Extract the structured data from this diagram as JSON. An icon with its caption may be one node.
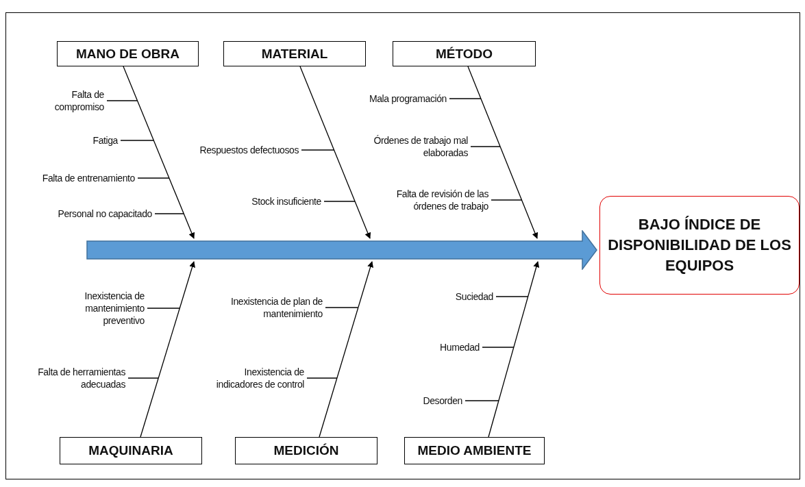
{
  "diagram": {
    "nodes": [
      {
        "text": [
          "MANO DE OBRA"
        ]
      },
      {
        "text": [
          "MATERIAL"
        ]
      },
      {
        "text": [
          "MÉTODO"
        ]
      },
      {
        "text": [
          "Falta de compromiso"
        ]
      },
      {
        "text": [
          "Fatiga"
        ]
      },
      {
        "text": [
          "Falta de entrenamiento"
        ]
      },
      {
        "text": [
          "Personal no capacitado"
        ]
      },
      {
        "text": [
          "Respuestos defectuosos"
        ]
      },
      {
        "text": [
          "Stock insuficiente"
        ]
      },
      {
        "text": [
          "Mala programación"
        ]
      },
      {
        "text": [
          "Órdenes de trabajo mal elaboradas"
        ]
      },
      {
        "text": [
          "Falta de revisión de las órdenes de trabajo"
        ]
      },
      {
        "text": [],
        "shape": "arrow"
      },
      {
        "text": [
          "BAJO ÍNDICE DE DISPONIBILIDAD DE LOS EQUIPOS"
        ]
      },
      {
        "text": [
          "Inexistencia de mantenimiento preventivo"
        ]
      },
      {
        "text": [
          "Falta de herramientas adecuadas"
        ]
      },
      {
        "text": [
          "Inexistencia de plan de mantenimiento"
        ]
      },
      {
        "text": [
          "Inexistencia de indicadores de control"
        ]
      },
      {
        "text": [
          "Suciedad"
        ]
      },
      {
        "text": [
          "Humedad"
        ]
      },
      {
        "text": [
          "Desorden"
        ]
      },
      {
        "text": [
          "MAQUINARIA"
        ]
      },
      {
        "text": [
          "MEDICIÓN"
        ]
      },
      {
        "text": [
          "MEDIO AMBIENTE"
        ]
      }
    ],
    "edges": [
      {
        "from": 0,
        "to": 12,
        "arrow": "to"
      },
      {
        "from": 1,
        "to": 12,
        "arrow": "to"
      },
      {
        "from": 2,
        "to": 12,
        "arrow": "to"
      },
      {
        "from": 21,
        "to": 12,
        "arrow": "to"
      },
      {
        "from": 22,
        "to": 12,
        "arrow": "to"
      },
      {
        "from": 23,
        "to": 12,
        "arrow": "to"
      },
      {
        "from": 3,
        "to": null,
        "arrow": "none"
      },
      {
        "from": 4,
        "to": null,
        "arrow": "none"
      },
      {
        "from": 5,
        "to": null,
        "arrow": "none"
      },
      {
        "from": 6,
        "to": null,
        "arrow": "none"
      },
      {
        "from": 7,
        "to": null,
        "arrow": "none"
      },
      {
        "from": 8,
        "to": null,
        "arrow": "none"
      },
      {
        "from": 9,
        "to": null,
        "arrow": "none"
      },
      {
        "from": 10,
        "to": null,
        "arrow": "none"
      },
      {
        "from": 11,
        "to": null,
        "arrow": "none"
      },
      {
        "from": 14,
        "to": null,
        "arrow": "none"
      },
      {
        "from": 15,
        "to": null,
        "arrow": "none"
      },
      {
        "from": 16,
        "to": null,
        "arrow": "none"
      },
      {
        "from": 17,
        "to": null,
        "arrow": "none"
      },
      {
        "from": 18,
        "to": null,
        "arrow": "none"
      },
      {
        "from": 19,
        "to": null,
        "arrow": "none"
      },
      {
        "from": 20,
        "to": null,
        "arrow": "none"
      }
    ]
  }
}
